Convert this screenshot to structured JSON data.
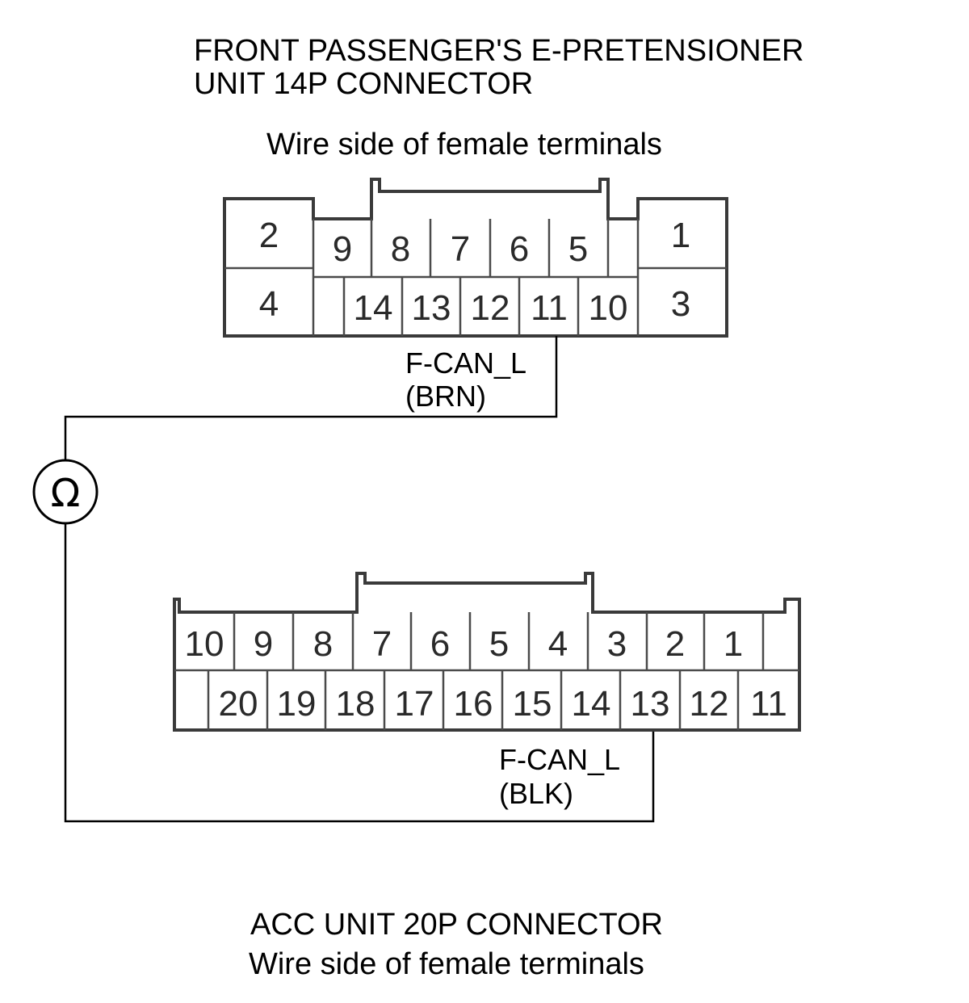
{
  "connector_a": {
    "title_line1": "FRONT PASSENGER'S E-PRETENSIONER",
    "title_line2": "UNIT 14P CONNECTOR",
    "view": "Wire side of female terminals",
    "pins": [
      "1",
      "2",
      "3",
      "4",
      "5",
      "6",
      "7",
      "8",
      "9",
      "10",
      "11",
      "12",
      "13",
      "14"
    ],
    "wire_label": "F-CAN_L",
    "wire_color": "(BRN)"
  },
  "connector_b": {
    "title": "ACC UNIT 20P CONNECTOR",
    "view": "Wire side of female terminals",
    "pins": [
      "1",
      "2",
      "3",
      "4",
      "5",
      "6",
      "7",
      "8",
      "9",
      "10",
      "11",
      "12",
      "13",
      "14",
      "15",
      "16",
      "17",
      "18",
      "19",
      "20"
    ],
    "wire_label": "F-CAN_L",
    "wire_color": "(BLK)"
  },
  "meter": {
    "symbol": "Ω",
    "icon": "ohmmeter-icon"
  }
}
